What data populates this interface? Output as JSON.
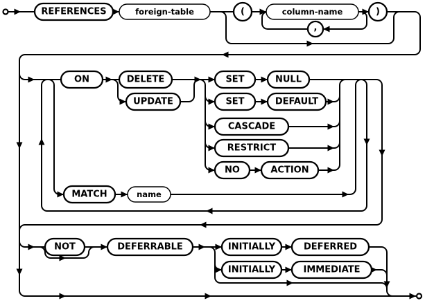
{
  "diagram": {
    "kind": "railroad-syntax-diagram",
    "colors": {
      "background": "#ffffff",
      "rail": "#000000",
      "bubble_fill": "#ffffff",
      "text": "#000000"
    },
    "labels": {
      "references": "REFERENCES",
      "foreign_table": "foreign-table",
      "open_paren": "(",
      "column_name": "column-name",
      "comma": ",",
      "close_paren": ")",
      "on": "ON",
      "delete": "DELETE",
      "update": "UPDATE",
      "set_a": "SET",
      "null": "NULL",
      "set_b": "SET",
      "default": "DEFAULT",
      "cascade": "CASCADE",
      "restrict": "RESTRICT",
      "no": "NO",
      "action": "ACTION",
      "match": "MATCH",
      "name": "name",
      "not": "NOT",
      "deferrable": "DEFERRABLE",
      "initially_a": "INITIALLY",
      "deferred": "DEFERRED",
      "initially_b": "INITIALLY",
      "immediate": "IMMEDIATE"
    },
    "node_types": {
      "keywords": [
        "REFERENCES",
        "ON",
        "DELETE",
        "UPDATE",
        "SET",
        "NULL",
        "DEFAULT",
        "CASCADE",
        "RESTRICT",
        "NO",
        "ACTION",
        "MATCH",
        "NOT",
        "DEFERRABLE",
        "INITIALLY",
        "DEFERRED",
        "IMMEDIATE"
      ],
      "nonterminals": [
        "foreign-table",
        "column-name",
        "name"
      ],
      "punctuation": [
        "(",
        ")",
        ","
      ]
    },
    "grammar": [
      "REFERENCES foreign-table [ ( column-name { , column-name } ) ]",
      "repeatable: ON { DELETE | UPDATE } { SET NULL | SET DEFAULT | CASCADE | RESTRICT | NO ACTION }  or  MATCH name",
      "optional: [ NOT ] DEFERRABLE [ INITIALLY DEFERRED | INITIALLY IMMEDIATE ]"
    ]
  }
}
